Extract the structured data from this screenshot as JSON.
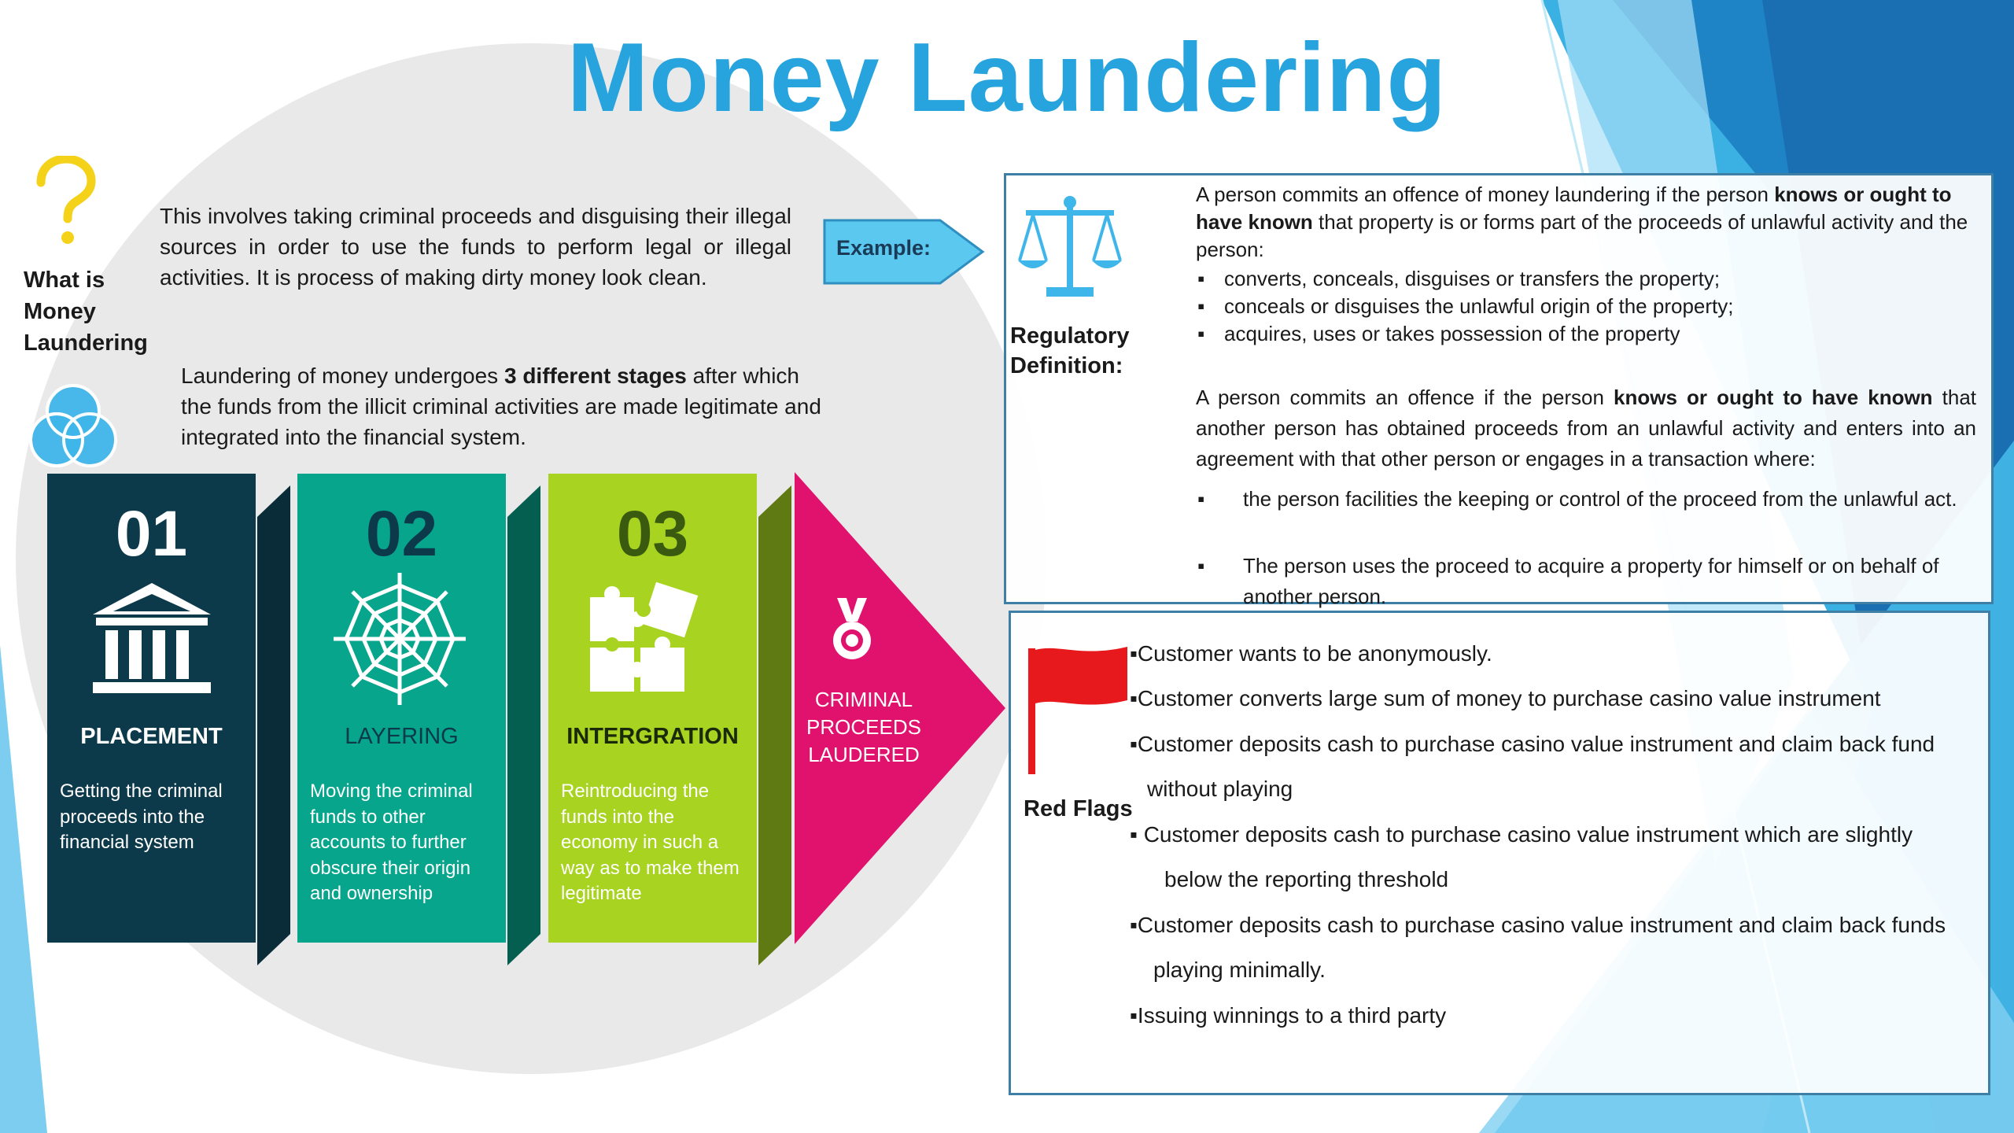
{
  "title": "Money Laundering",
  "what_label": "What is Money Laundering",
  "intro_text": "This  involves taking criminal proceeds and disguising their illegal sources in order to use the funds to perform legal or illegal activities. It is process of making dirty money look clean.",
  "stages_text": {
    "before": "Laundering of money undergoes ",
    "bold": "3 different stages",
    "after": " after which the funds from the illicit criminal activities are made legitimate and integrated into the financial system."
  },
  "example_label": "Example:",
  "stages": [
    {
      "number": "01",
      "name": "PLACEMENT",
      "description": "Getting the criminal proceeds into the financial system",
      "icon": "bank-icon",
      "color": "#0c3a4b"
    },
    {
      "number": "02",
      "name": "LAYERING",
      "description": "Moving the criminal funds to other accounts to further obscure their origin and ownership",
      "icon": "web-icon",
      "color": "#07a58c"
    },
    {
      "number": "03",
      "name": "INTERGRATION",
      "description": "Reintroducing the funds into the economy in such a way as to make them legitimate",
      "icon": "puzzle-icon",
      "color": "#a8d321"
    }
  ],
  "final_stage": {
    "text": "CRIMINAL PROCEEDS LAUDERED",
    "icon": "medal-icon",
    "color": "#e0126e"
  },
  "regulatory": {
    "label": "Regulatory Definition:",
    "p1_a": "A person commits an offence of money laundering if the person ",
    "p1_bold": "knows or ought to have known",
    "p1_b": " that property is or forms part of the proceeds of unlawful activity and the person:",
    "bullets1": [
      "converts, conceals, disguises or transfers the property;",
      "conceals or disguises the unlawful origin of the property;",
      "acquires, uses or takes possession of the property"
    ],
    "p2_a": "A person commits an offence if the person ",
    "p2_bold": "knows or ought to have known",
    "p2_b": " that another person has obtained proceeds from an unlawful activity and enters into an agreement with that other person or engages in a transaction where:",
    "bullets2": [
      "the person facilities the keeping or control of the proceed from the unlawful act.",
      "The person uses the proceed to acquire a property for himself or on behalf of another person."
    ],
    "bullet_char": "▪"
  },
  "red_flags": {
    "label": "Red Flags",
    "lines": [
      "▪Customer wants to be anonymously.",
      "▪Customer converts large sum of money to purchase casino value instrument",
      "▪Customer deposits cash to purchase casino value instrument and claim back fund",
      "without playing",
      "▪  Customer deposits cash to purchase casino value instrument which are slightly",
      "below the reporting threshold",
      "▪Customer deposits cash to purchase casino value instrument and claim back funds",
      "playing minimally.",
      "▪Issuing winnings to a third party"
    ]
  },
  "colors": {
    "title": "#27a3dd",
    "accent_blue": "#4fc3ef",
    "box_border": "#3d7fa5",
    "flag_red": "#e8191c",
    "question_yellow": "#f5d21a"
  }
}
